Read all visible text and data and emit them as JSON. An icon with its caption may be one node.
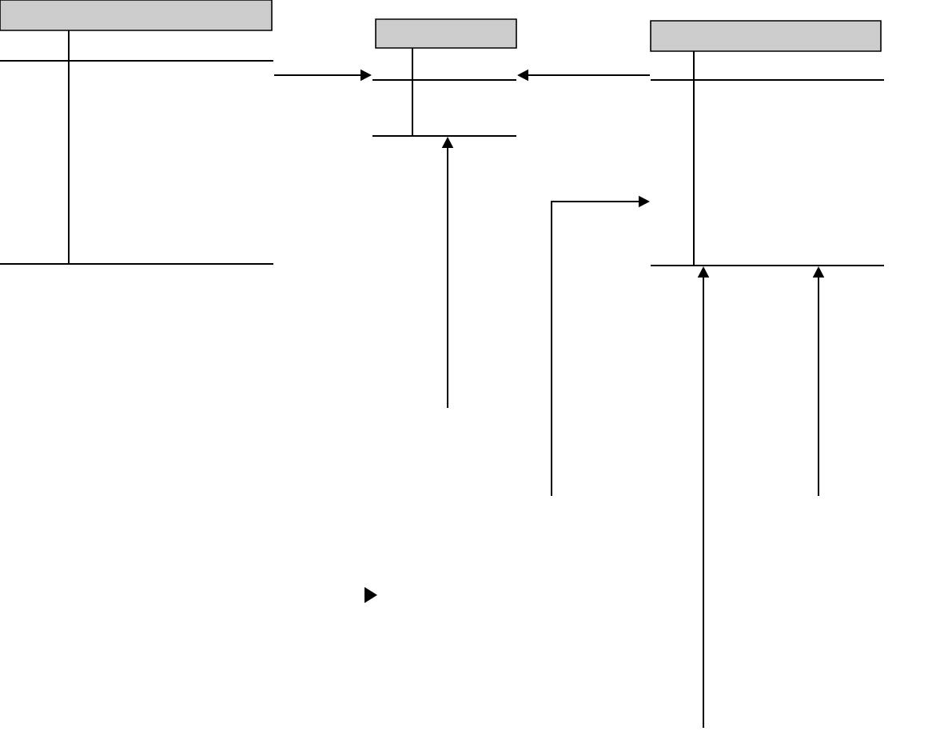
{
  "diagram": {
    "nodes": [
      {
        "text": [],
        "shape": "box"
      },
      {
        "text": [],
        "shape": "box"
      },
      {
        "text": [],
        "shape": "box"
      }
    ],
    "edges": [
      {
        "from": 0,
        "to": 1,
        "arrow": "to"
      },
      {
        "from": 2,
        "to": 1,
        "arrow": "to"
      },
      {
        "from": null,
        "to": 1,
        "arrow": "to"
      },
      {
        "from": null,
        "to": 2,
        "arrow": "to"
      },
      {
        "from": null,
        "to": 2,
        "arrow": "to"
      },
      {
        "from": null,
        "to": 2,
        "arrow": "to"
      }
    ]
  }
}
